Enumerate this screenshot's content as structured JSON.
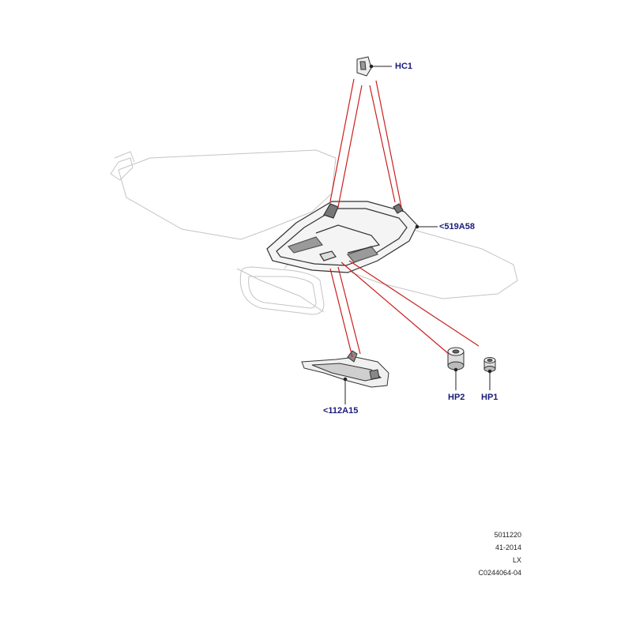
{
  "labels": {
    "hc1": "HC1",
    "a519": "<519A58",
    "a112": "<112A15",
    "hp2": "HP2",
    "hp1": "HP1"
  },
  "info": {
    "line1": "5011220",
    "line2": "41-2014",
    "line3": "LX",
    "line4": "C0244064-04"
  },
  "colors": {
    "label": "#1a1a7a",
    "leader": "#cc1f1f",
    "ghost": "#c4c4c4",
    "part": "#333333"
  }
}
